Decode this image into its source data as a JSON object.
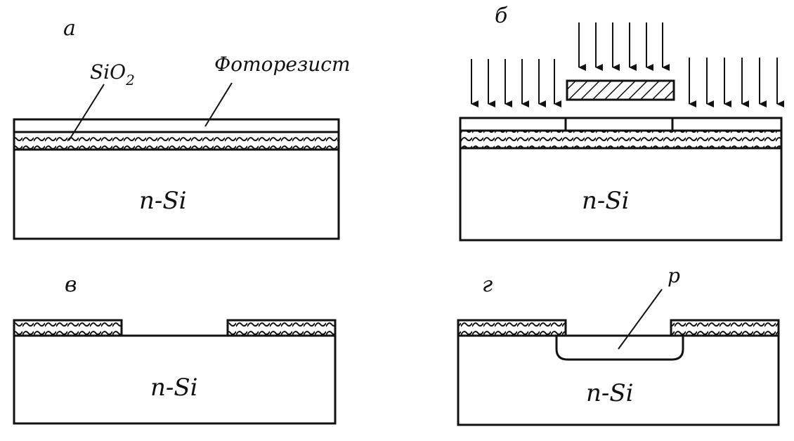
{
  "panels": {
    "a": {
      "letter": "а",
      "substrate": "n-Si",
      "oxide_label": "SiO",
      "oxide_sub": "2",
      "resist_label": "Фоторезист"
    },
    "b": {
      "letter": "б",
      "substrate": "n-Si"
    },
    "v": {
      "letter": "в",
      "substrate": "n-Si"
    },
    "g": {
      "letter": "г",
      "substrate": "n-Si",
      "region_label": "p"
    }
  },
  "colors": {
    "ink": "#111111",
    "paper": "#ffffff"
  }
}
